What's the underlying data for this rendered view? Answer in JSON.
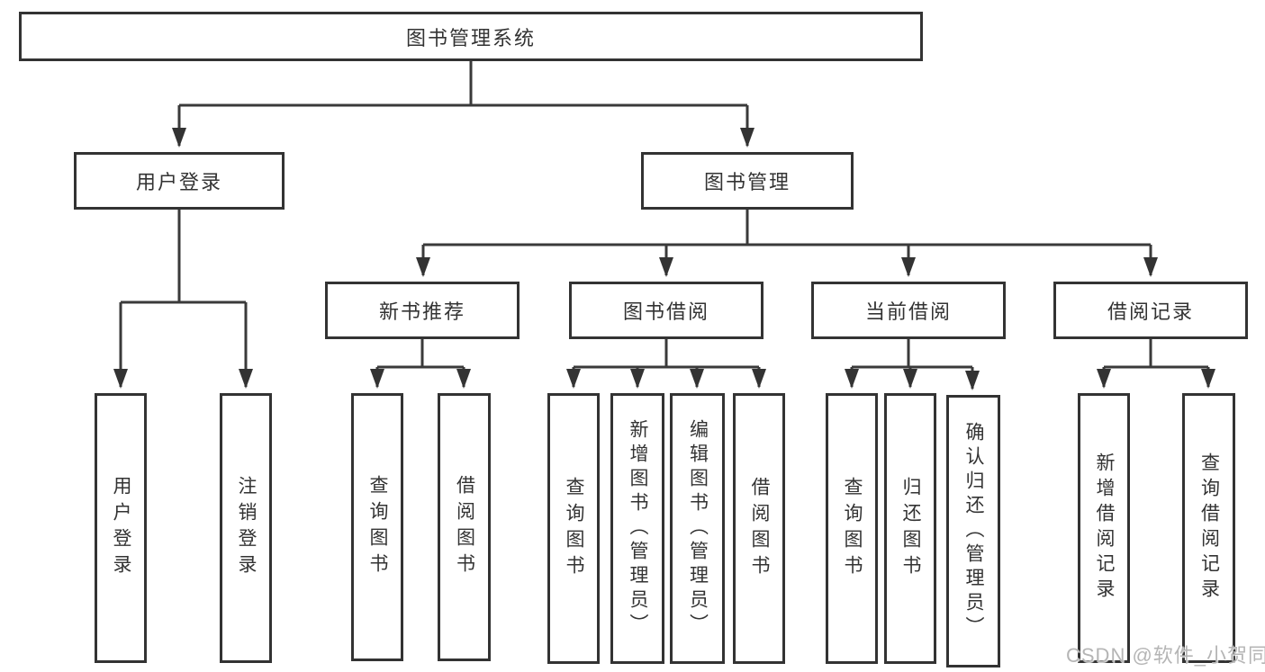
{
  "diagram": {
    "root": {
      "label": "图书管理系统"
    },
    "branches": [
      {
        "label": "用户登录",
        "children": [
          {
            "label": "用户登录"
          },
          {
            "label": "注销登录"
          }
        ]
      },
      {
        "label": "图书管理",
        "children": [
          {
            "label": "新书推荐",
            "children": [
              {
                "label": "查询图书"
              },
              {
                "label": "借阅图书"
              }
            ]
          },
          {
            "label": "图书借阅",
            "children": [
              {
                "label": "查询图书"
              },
              {
                "label": "新增图书（管理员）"
              },
              {
                "label": "编辑图书（管理员）"
              },
              {
                "label": "借阅图书"
              }
            ]
          },
          {
            "label": "当前借阅",
            "children": [
              {
                "label": "查询图书"
              },
              {
                "label": "归还图书"
              },
              {
                "label": "确认归还（管理员）"
              }
            ]
          },
          {
            "label": "借阅记录",
            "children": [
              {
                "label": "新增借阅记录"
              },
              {
                "label": "查询借阅记录"
              }
            ]
          }
        ]
      }
    ]
  },
  "watermark": {
    "text": "CSDN @软件_小贺同学"
  },
  "colors": {
    "line": "#3a3a3a",
    "border": "#333333",
    "text": "#333333",
    "background": "#ffffff",
    "watermark": "#b5b5b5"
  }
}
